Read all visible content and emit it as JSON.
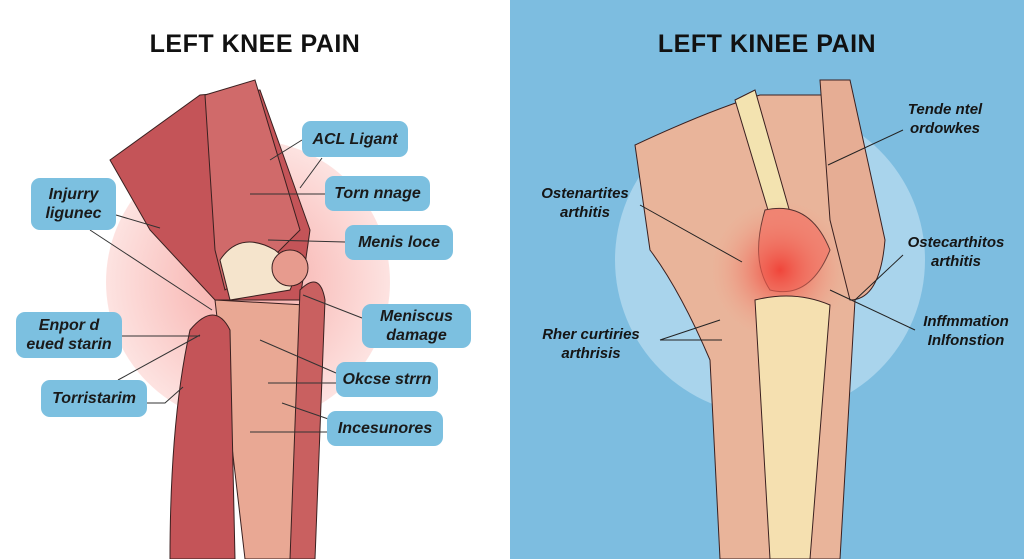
{
  "left_panel": {
    "title": "LEFT KNEE PAIN",
    "labels": [
      "ACL Ligant",
      "Torn nnage",
      "Menis loce",
      "Meniscus damage",
      "Okcse strrn",
      "Incesunores",
      "Injurry ligunec",
      "Enpor d eued starin",
      "Torristarim"
    ]
  },
  "right_panel": {
    "title": "LEFT KINEE PAIN",
    "labels": [
      "Tende ntel ordowkes",
      "Ostenartites arthitis",
      "Ostecarthitos arthitis",
      "Rher curtiries arthrisis",
      "Inffmmation Inlfonstion"
    ]
  },
  "colors": {
    "left_bg": "#ffffff",
    "right_bg": "#7dbde0",
    "label_box": "#7cc0e0",
    "muscle": "#c9575a",
    "inflammation": "#e84a3a"
  }
}
